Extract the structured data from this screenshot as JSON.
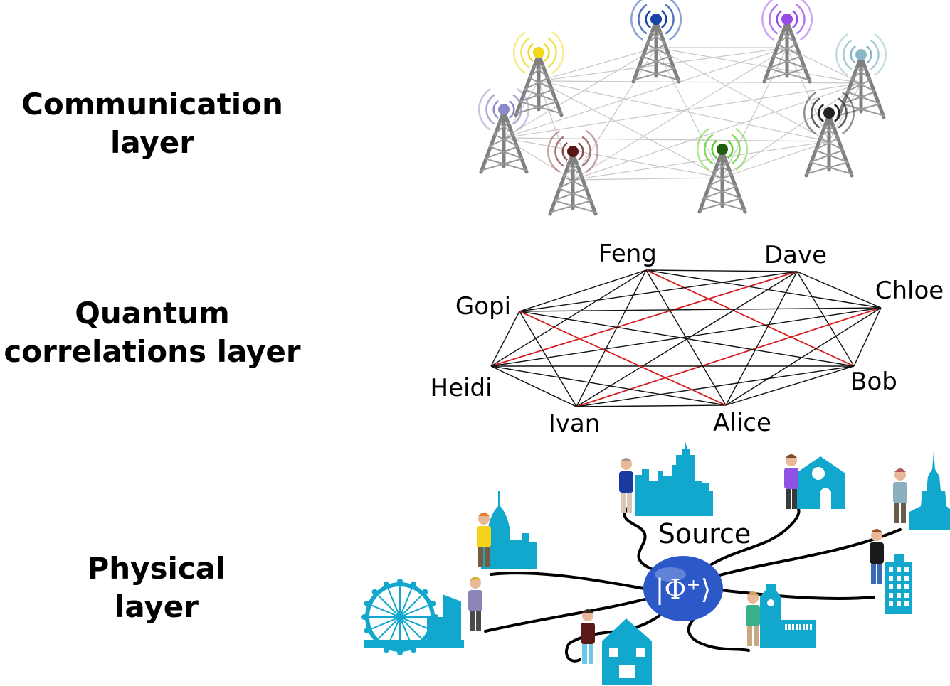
{
  "layers": {
    "communication": {
      "line1": "Communication",
      "line2": "layer"
    },
    "quantum": {
      "line1": "Quantum",
      "line2": "correlations layer"
    },
    "physical": {
      "line1": "Physical",
      "line2": "layer"
    }
  },
  "nodes": [
    {
      "id": "feng",
      "name": "Feng"
    },
    {
      "id": "dave",
      "name": "Dave"
    },
    {
      "id": "chloe",
      "name": "Chloe"
    },
    {
      "id": "bob",
      "name": "Bob"
    },
    {
      "id": "alice",
      "name": "Alice"
    },
    {
      "id": "ivan",
      "name": "Ivan"
    },
    {
      "id": "heidi",
      "name": "Heidi"
    },
    {
      "id": "gopi",
      "name": "Gopi"
    }
  ],
  "source": {
    "label": "Source",
    "state_symbol": "|Φ⁺⟩"
  },
  "colors": {
    "tower_feng": "#1a43a8",
    "tower_dave": "#9a4be6",
    "tower_chloe": "#88b9c9",
    "tower_bob": "#222222",
    "tower_alice": "#1d5f0e",
    "tower_ivan": "#5a1414",
    "tower_heidi": "#8a8ac8",
    "tower_gopi": "#f2d71a",
    "wave_feng": "#1a43a8",
    "wave_dave": "#9a4be6",
    "wave_chloe": "#88b9c9",
    "wave_bob": "#222222",
    "wave_alice": "#5fcf2a",
    "wave_ivan": "#8a4a4a",
    "wave_heidi": "#8a8ac8",
    "wave_gopi": "#f2d71a",
    "mesh": "#c8c8c8",
    "correlation_line": "#111111",
    "entangled_line": "#d61c1c",
    "city": "#12a7cc",
    "source_ball": "#2c58c8"
  },
  "entangled_pairs": [
    [
      "feng",
      "bob"
    ],
    [
      "dave",
      "heidi"
    ],
    [
      "gopi",
      "alice"
    ],
    [
      "chloe",
      "ivan"
    ]
  ]
}
